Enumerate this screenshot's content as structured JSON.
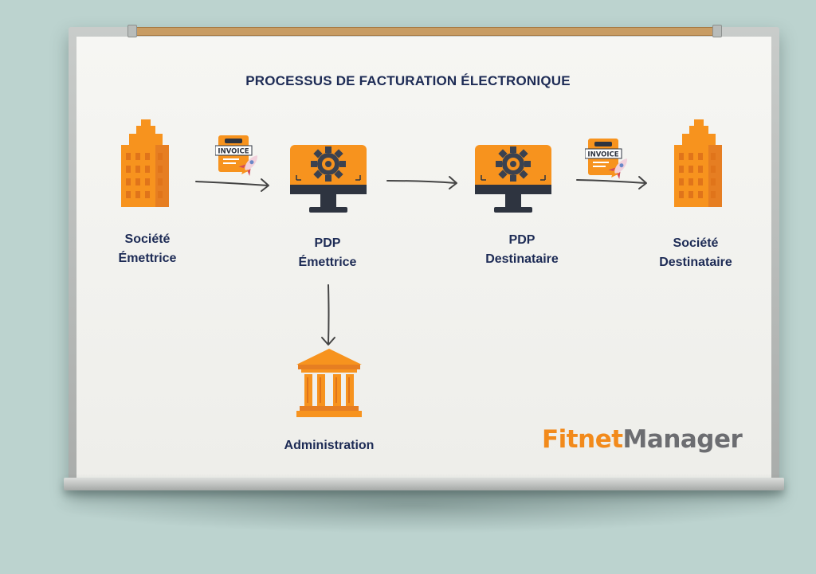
{
  "title": "PROCESSUS DE FACTURATION ÉLECTRONIQUE",
  "nodes": {
    "societe_emettrice": {
      "line1": "Société",
      "line2": "Émettrice"
    },
    "pdp_emettrice": {
      "line1": "PDP",
      "line2": "Émettrice"
    },
    "pdp_destinataire": {
      "line1": "PDP",
      "line2": "Destinataire"
    },
    "societe_destinataire": {
      "line1": "Société",
      "line2": "Destinataire"
    },
    "administration": {
      "label": "Administration"
    }
  },
  "invoice_tag": "INVOICE",
  "logo": {
    "part1": "Fitnet",
    "part2": "Manager"
  },
  "colors": {
    "title": "#1d2b55",
    "orange": "#f7931e",
    "orange_dark": "#e67e22",
    "monitor_dark": "#2e3440",
    "logo_orange": "#f28a1b",
    "logo_gray": "#6c6d71"
  },
  "icons": [
    "building-icon",
    "monitor-gear-icon",
    "invoice-rocket-icon",
    "bank-building-icon",
    "arrow-right-icon",
    "arrow-down-icon"
  ]
}
